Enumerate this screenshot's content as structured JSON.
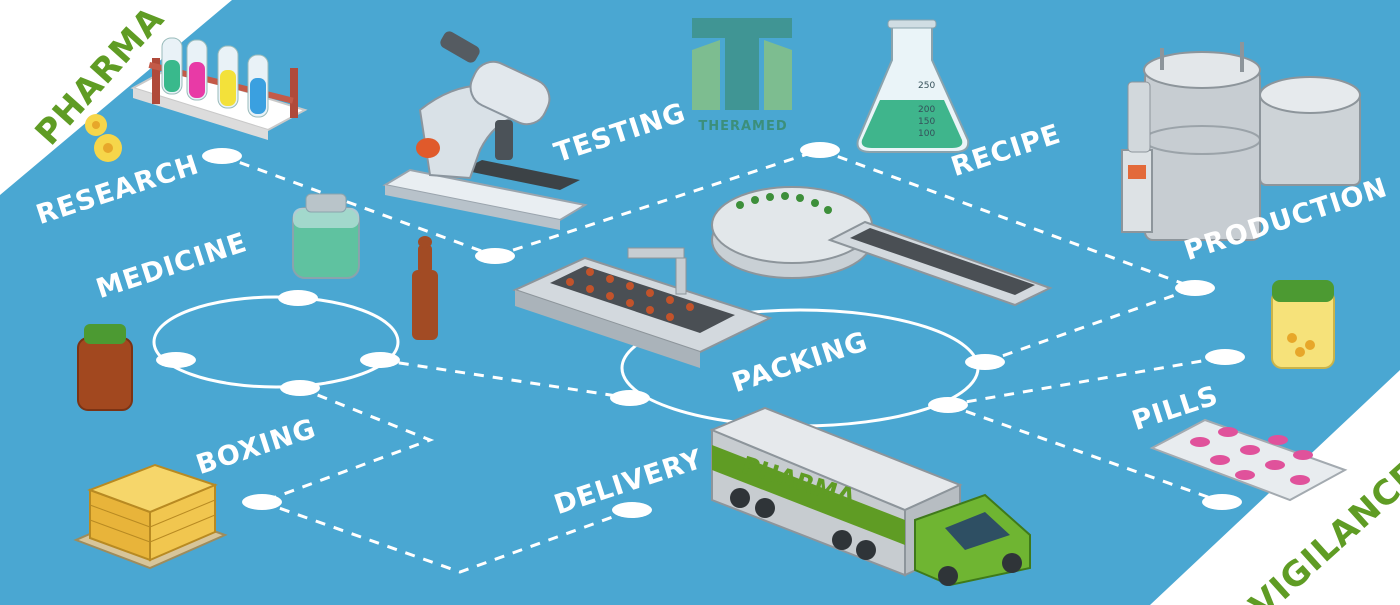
{
  "banner": {
    "corner_top_left": "PHARMA",
    "corner_bottom_right": "VIGILANCE",
    "logo_text": "THERAMED",
    "truck_text": "PHARMA",
    "flask_marks": [
      "250",
      "200",
      "150",
      "100"
    ]
  },
  "stages": [
    {
      "key": "research",
      "label": "RESEARCH"
    },
    {
      "key": "testing",
      "label": "TESTING"
    },
    {
      "key": "recipe",
      "label": "RECIPE"
    },
    {
      "key": "production",
      "label": "PRODUCTION"
    },
    {
      "key": "medicine",
      "label": "MEDICINE"
    },
    {
      "key": "packing",
      "label": "PACKING"
    },
    {
      "key": "pills",
      "label": "PILLS"
    },
    {
      "key": "boxing",
      "label": "BOXING"
    },
    {
      "key": "delivery",
      "label": "DELIVERY"
    }
  ],
  "colors": {
    "background": "#4aa7d2",
    "corner": "#ffffff",
    "corner_text": "#5f9c24",
    "label": "#ffffff",
    "route": "#ffffff"
  }
}
